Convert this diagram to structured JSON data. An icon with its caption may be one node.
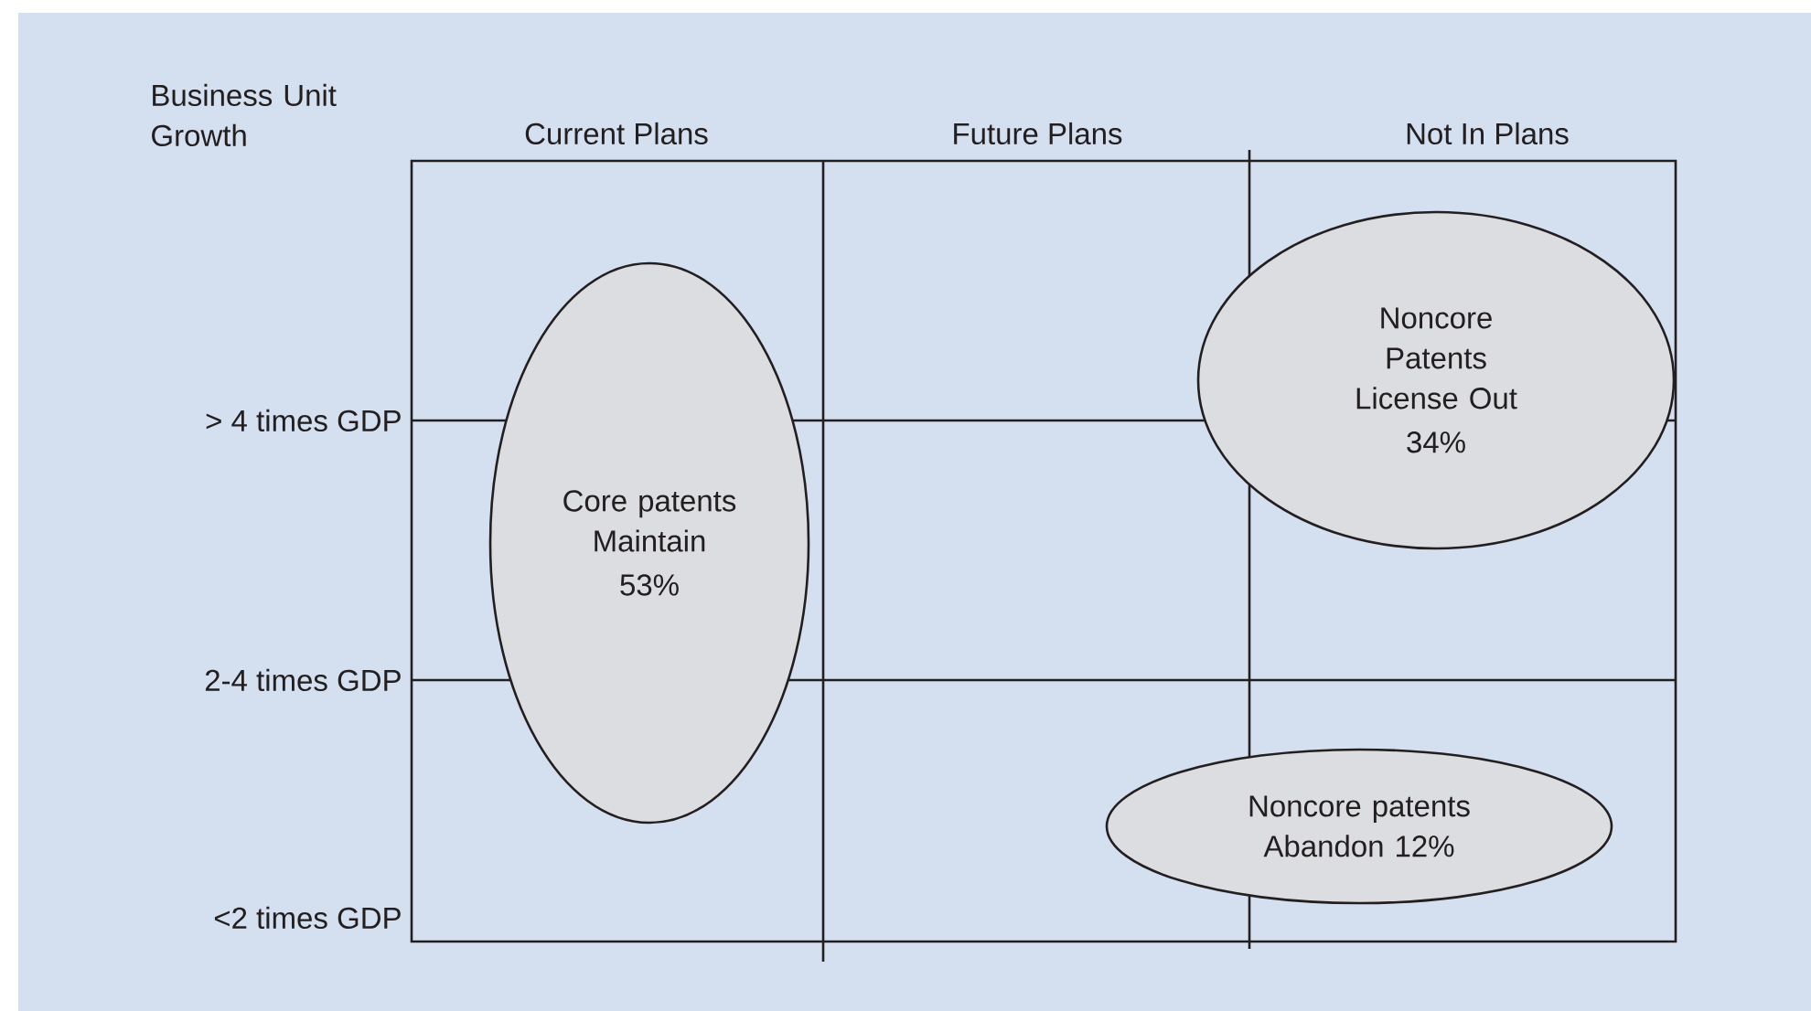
{
  "diagram": {
    "nodes": [
      {
        "text": [
          "Core patents Maintain",
          "53%"
        ]
      },
      {
        "text": [
          "Noncore Patents License Out",
          "34%"
        ]
      },
      {
        "text": [
          "Noncore patents Abandon 12%"
        ]
      }
    ],
    "labels": [
      "Business Unit Growth",
      "Current Plans",
      "Future Plans",
      "Not In Plans",
      "> 4 times GDP",
      "2-4 times GDP",
      "<2 times GDP"
    ]
  }
}
